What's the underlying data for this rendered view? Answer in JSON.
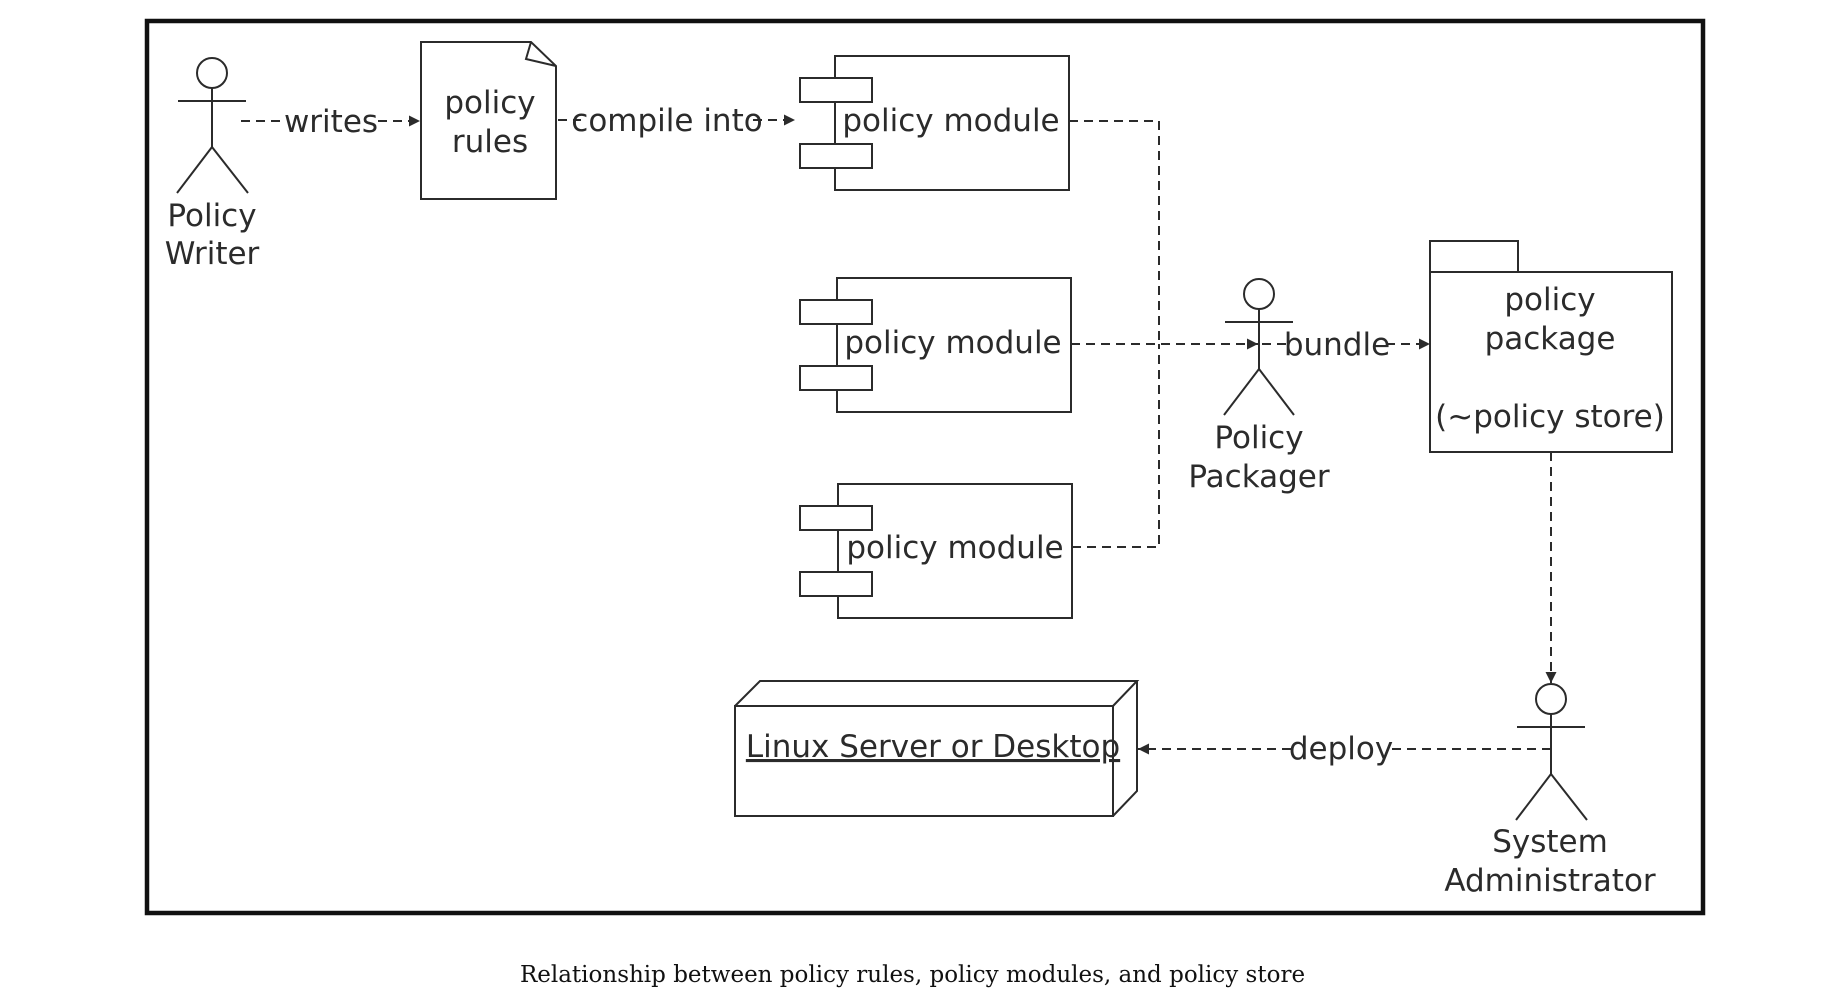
{
  "actors": {
    "policy_writer": "Policy\nWriter",
    "policy_packager": "Policy\nPackager",
    "system_administrator": "System\nAdministrator"
  },
  "artifacts": {
    "policy_rules": "policy\nrules",
    "module_1": "policy module",
    "module_2": "policy module",
    "module_3": "policy module",
    "policy_package": "policy\npackage\n\n(~policy store)",
    "linux_node": "Linux Server or Desktop"
  },
  "relations": {
    "writes": "writes",
    "compile_into": "compile into",
    "bundle": "bundle",
    "deploy": "deploy"
  },
  "caption": "Relationship between policy rules, policy modules, and policy store",
  "colors": {
    "stroke": "#2b2b2b",
    "frame": "#111111",
    "background": "#ffffff"
  }
}
